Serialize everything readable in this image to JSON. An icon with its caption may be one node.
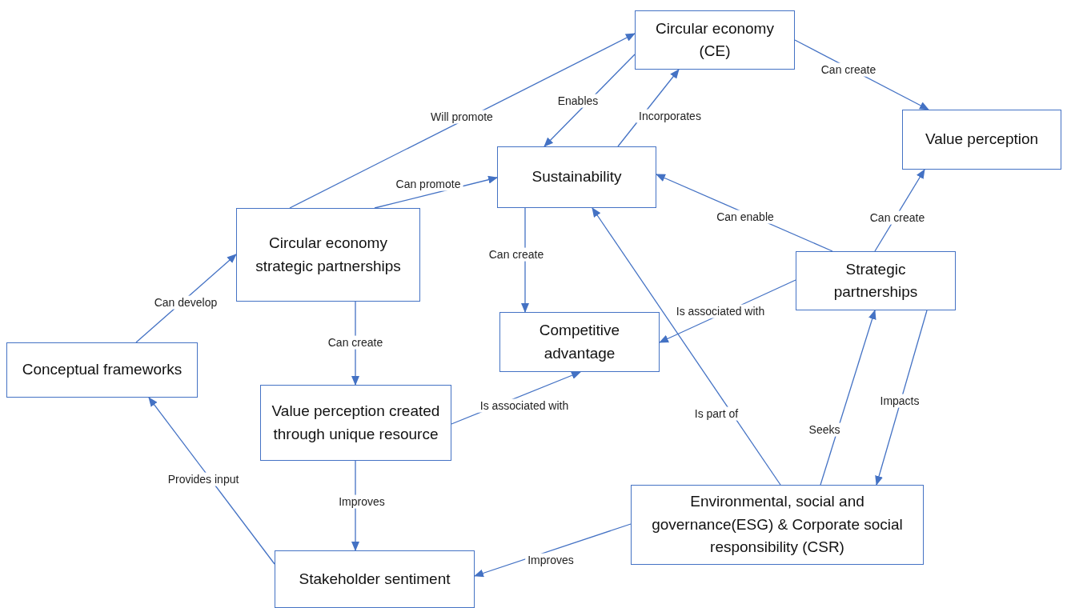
{
  "diagram": {
    "nodes": [
      {
        "text": [
          "Circular economy (CE)"
        ]
      },
      {
        "text": [
          "Value perception"
        ]
      },
      {
        "text": [
          "Sustainability"
        ]
      },
      {
        "text": [
          "Circular economy strategic partnerships"
        ]
      },
      {
        "text": [
          "Strategic partnerships"
        ]
      },
      {
        "text": [
          "Competitive advantage"
        ]
      },
      {
        "text": [
          "Conceptual frameworks"
        ]
      },
      {
        "text": [
          "Value perception created through unique resource"
        ]
      },
      {
        "text": [
          "Environmental, social and governance(ESG) & Corporate social responsibility (CSR)"
        ]
      },
      {
        "text": [
          "Stakeholder sentiment"
        ]
      }
    ],
    "edges": [
      {
        "from": 0,
        "to": 1,
        "arrow": "to",
        "label": "Can create"
      },
      {
        "from": 0,
        "to": 2,
        "arrow": "to",
        "label": "Enables"
      },
      {
        "from": 2,
        "to": 0,
        "arrow": "to",
        "label": "Incorporates"
      },
      {
        "from": 3,
        "to": 0,
        "arrow": "to",
        "label": "Will promote"
      },
      {
        "from": 3,
        "to": 2,
        "arrow": "to",
        "label": "Can promote"
      },
      {
        "from": 2,
        "to": 5,
        "arrow": "to",
        "label": "Can create"
      },
      {
        "from": 4,
        "to": 2,
        "arrow": "to",
        "label": "Can enable"
      },
      {
        "from": 4,
        "to": 1,
        "arrow": "to",
        "label": "Can create"
      },
      {
        "from": 4,
        "to": 5,
        "arrow": "to",
        "label": "Is associated with"
      },
      {
        "from": 3,
        "to": 7,
        "arrow": "to",
        "label": "Can create"
      },
      {
        "from": 7,
        "to": 5,
        "arrow": "to",
        "label": "Is associated with"
      },
      {
        "from": 8,
        "to": 2,
        "arrow": "to",
        "label": "Is part of"
      },
      {
        "from": 8,
        "to": 4,
        "arrow": "to",
        "label": "Seeks"
      },
      {
        "from": 4,
        "to": 8,
        "arrow": "to",
        "label": "Impacts"
      },
      {
        "from": 8,
        "to": 9,
        "arrow": "to",
        "label": "Improves"
      },
      {
        "from": 7,
        "to": 9,
        "arrow": "to",
        "label": "Improves"
      },
      {
        "from": 9,
        "to": 6,
        "arrow": "to",
        "label": "Provides input"
      },
      {
        "from": 6,
        "to": 3,
        "arrow": "to",
        "label": "Can develop"
      }
    ]
  }
}
